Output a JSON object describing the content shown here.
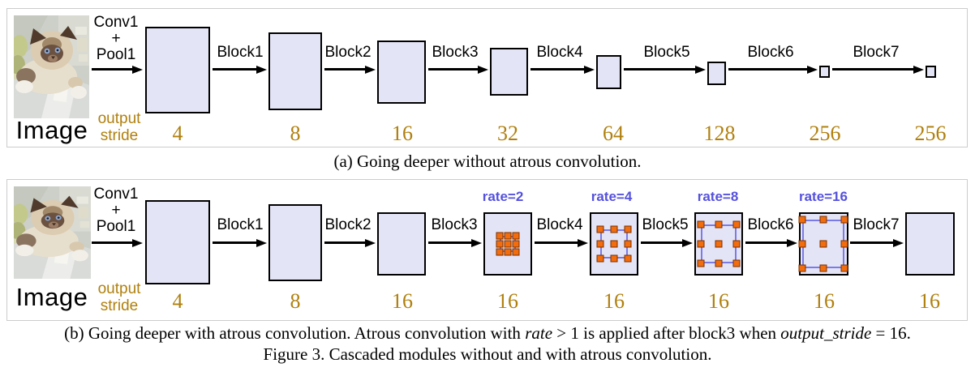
{
  "colors": {
    "block_fill": "#e4e4f7",
    "block_border": "#000000",
    "panel_border": "#cccccc",
    "stride_color": "#b0800e",
    "rate_color": "#5551dd",
    "atrous_square_fill": "#f26d0d",
    "atrous_square_border": "#7a3000",
    "atrous_grid_line": "#7b7be8"
  },
  "panel_a": {
    "image_label": "Image",
    "stem_lines": [
      "Conv1",
      "+",
      "Pool1"
    ],
    "output_stride_lines": [
      "output",
      "stride"
    ],
    "arrow_labels": [
      "Block1",
      "Block2",
      "Block3",
      "Block4",
      "Block5",
      "Block6",
      "Block7"
    ],
    "strides": [
      "4",
      "8",
      "16",
      "32",
      "64",
      "128",
      "256",
      "256"
    ],
    "caption": "(a) Going deeper without atrous convolution."
  },
  "panel_b": {
    "image_label": "Image",
    "stem_lines": [
      "Conv1",
      "+",
      "Pool1"
    ],
    "output_stride_lines": [
      "output",
      "stride"
    ],
    "arrow_labels": [
      "Block1",
      "Block2",
      "Block3",
      "Block4",
      "Block5",
      "Block6",
      "Block7"
    ],
    "rate_labels": [
      "rate=2",
      "rate=4",
      "rate=8",
      "rate=16"
    ],
    "strides": [
      "4",
      "8",
      "16",
      "16",
      "16",
      "16",
      "16",
      "16"
    ],
    "caption_parts": {
      "part1": "(b) Going deeper with atrous convolution. Atrous convolution with ",
      "italic1": "rate",
      "part2": " > 1 is applied after block3 when ",
      "italic2": "output_stride",
      "part3": " = 16."
    }
  },
  "figure_caption": "Figure 3. Cascaded modules without and with atrous convolution."
}
